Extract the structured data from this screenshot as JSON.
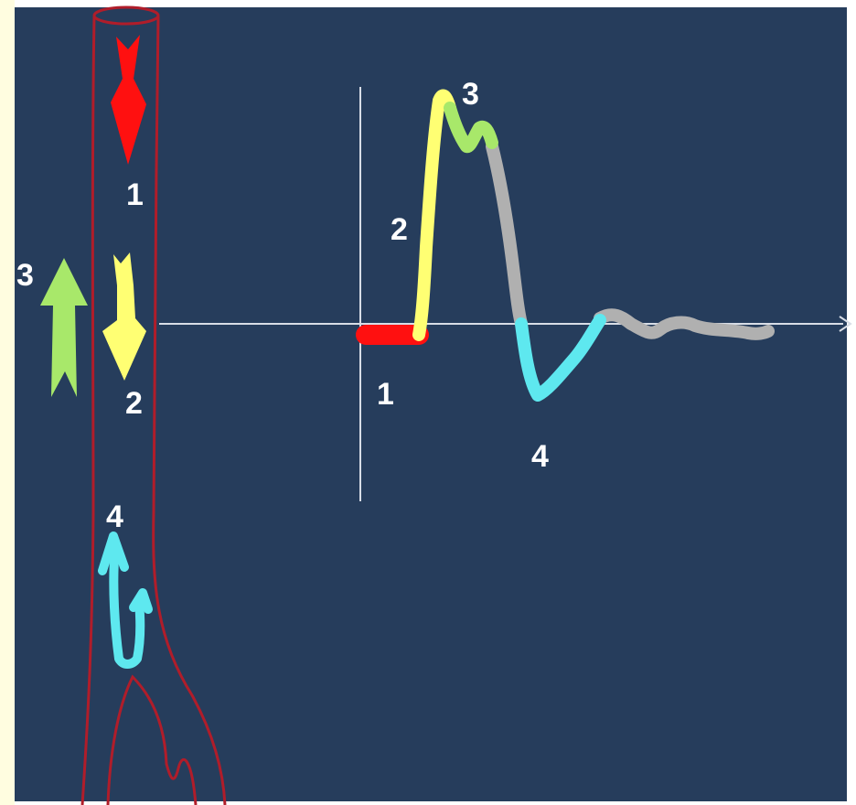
{
  "colors": {
    "background": "#263d5c",
    "vessel_outline": "#b01d2a",
    "axis": "#d8dde6",
    "phase_1": "#ff1010",
    "phase_2": "#ffff73",
    "phase_3": "#a8e86a",
    "phase_4": "#5ee8ef",
    "trailing": "#b0b0b0",
    "label": "#ffffff"
  },
  "vessel_labels": {
    "phase_1": "1",
    "phase_2": "2",
    "phase_3": "3",
    "phase_4": "4"
  },
  "waveform_labels": {
    "phase_1": "1",
    "phase_2": "2",
    "phase_3": "3",
    "phase_4": "4"
  },
  "icons": {
    "arrow_1": "arrow-down-icon",
    "arrow_2": "arrow-down-icon",
    "arrow_3": "arrow-up-icon",
    "arrow_4": "double-arrow-icon"
  }
}
